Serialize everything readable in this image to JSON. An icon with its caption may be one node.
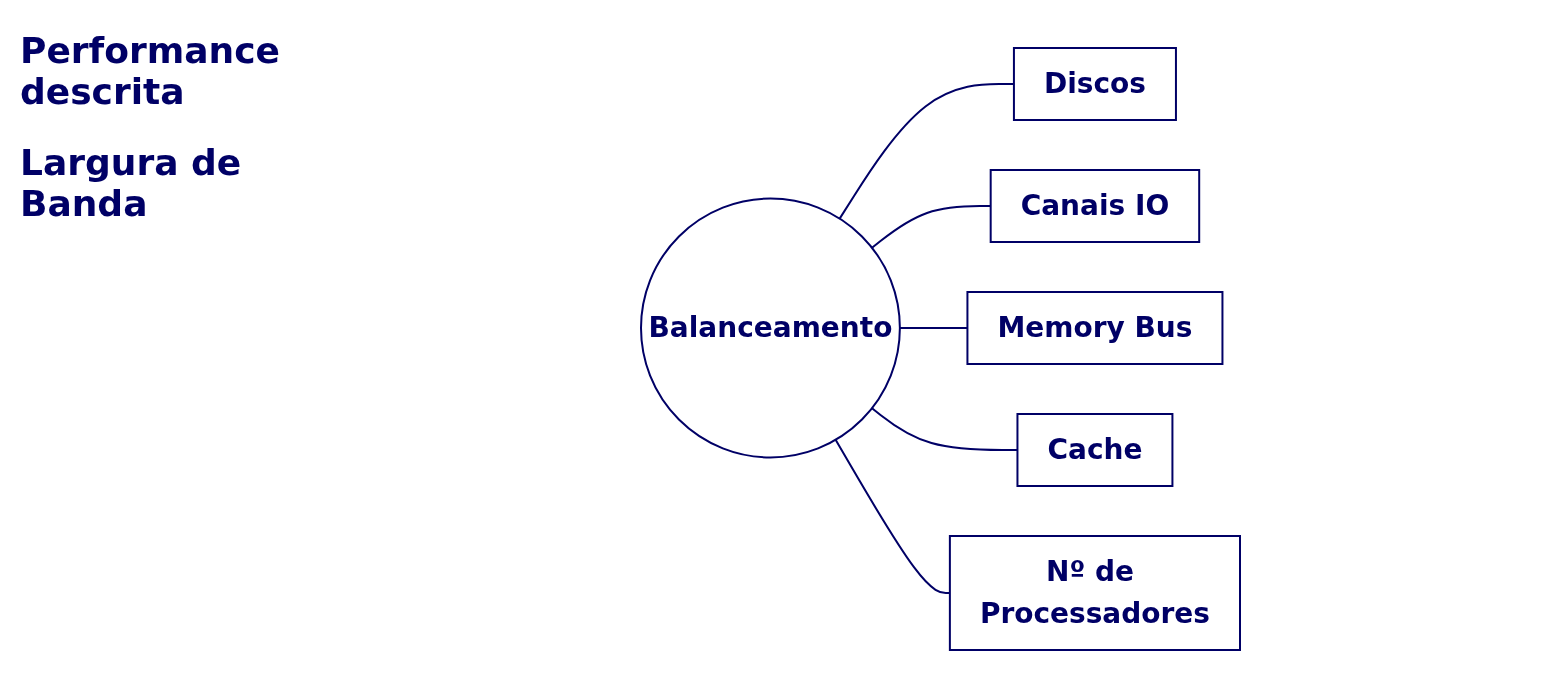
{
  "diagram": {
    "nodes": [
      {
        "text": [
          "Discos"
        ]
      },
      {
        "text": [
          "Canais IO"
        ]
      },
      {
        "text": [
          "Balanceamento"
        ]
      },
      {
        "text": [
          "Memory Bus"
        ]
      },
      {
        "text": [
          "Cache"
        ]
      },
      {
        "text": [
          "Nº de Processadores"
        ]
      }
    ],
    "edges": [
      {
        "from": 2,
        "to": 0,
        "arrow": "none"
      },
      {
        "from": 2,
        "to": 1,
        "arrow": "none"
      },
      {
        "from": 2,
        "to": 3,
        "arrow": "none"
      },
      {
        "from": 2,
        "to": 4,
        "arrow": "none"
      },
      {
        "from": 2,
        "to": 5,
        "arrow": "none"
      }
    ],
    "labels": [
      "Performance descrita",
      "Largura de Banda"
    ]
  }
}
